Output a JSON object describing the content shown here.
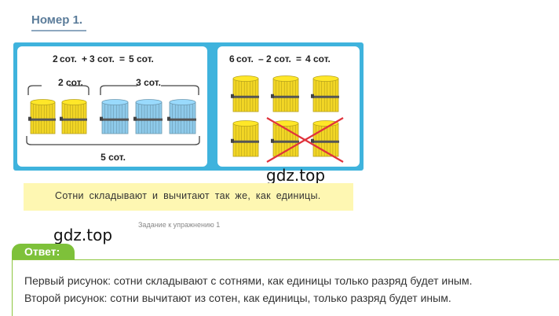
{
  "heading": "Номер 1.",
  "figure": {
    "left": {
      "equation": {
        "a": "2",
        "op1": "+",
        "b": "3",
        "op2": "=",
        "c": "5",
        "unit": "сот."
      },
      "group1": {
        "label": "2 сот.",
        "count": 2,
        "color": "#f2d625"
      },
      "group2": {
        "label": "3 сот.",
        "count": 3,
        "color": "#8ecaea"
      },
      "total": "5 сот."
    },
    "right": {
      "equation": {
        "a": "6",
        "op1": "–",
        "b": "2",
        "op2": "=",
        "c": "4",
        "unit": "сот."
      },
      "bundles": 6,
      "crossed": 2,
      "color": "#f2d625",
      "cross_color": "#e0323c"
    }
  },
  "rule": "Сотни складывают и вычитают так же, как единицы.",
  "caption": "Задание к упражнению 1",
  "watermark": "gdz.top",
  "answer": {
    "label": "Ответ:",
    "lines": [
      "Первый рисунок: сотни складывают с сотнями, как единицы только разряд будет иным.",
      "Второй рисунок: сотни вычитают из сотен, как единицы, только разряд будет иным."
    ]
  },
  "colors": {
    "frame": "#3fb3dd",
    "rule_bg": "#fef7b2",
    "answer_green": "#7ec13a"
  }
}
